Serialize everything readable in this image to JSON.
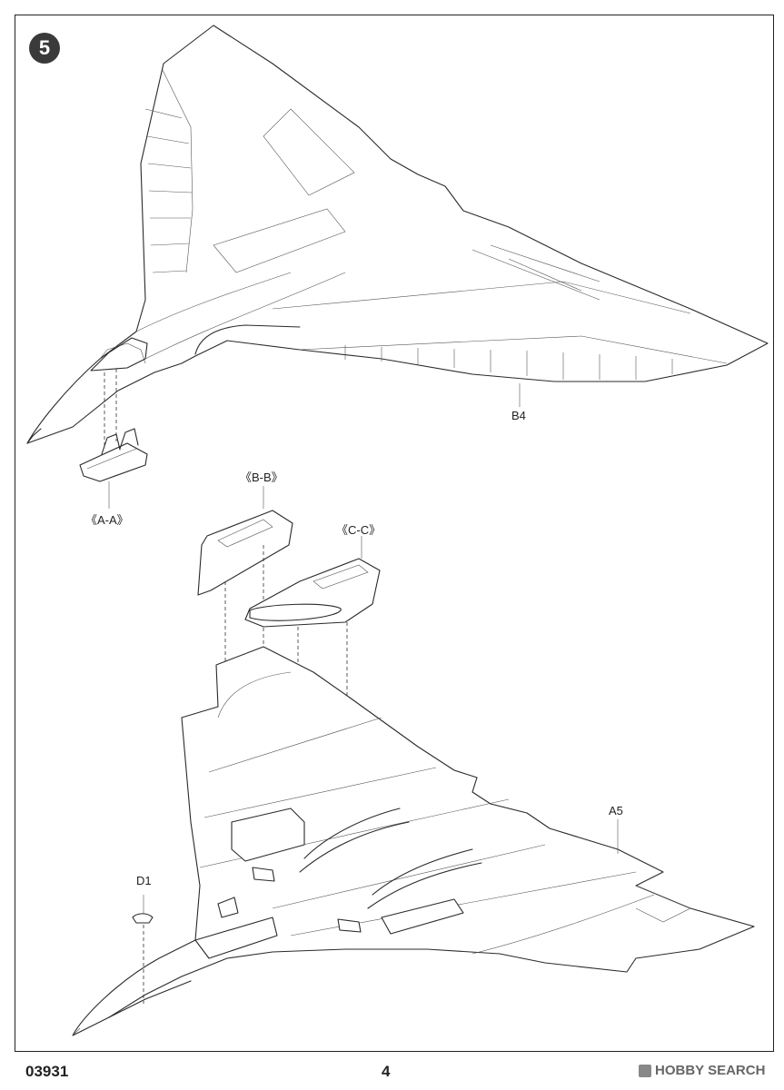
{
  "step": {
    "number": "5"
  },
  "labels": {
    "b4": "B4",
    "a_a": "《A-A》",
    "b_b": "《B-B》",
    "c_c": "《C-C》",
    "a5": "A5",
    "d1": "D1"
  },
  "footer": {
    "code": "03931",
    "page": "4",
    "watermark": "HOBBY SEARCH"
  }
}
